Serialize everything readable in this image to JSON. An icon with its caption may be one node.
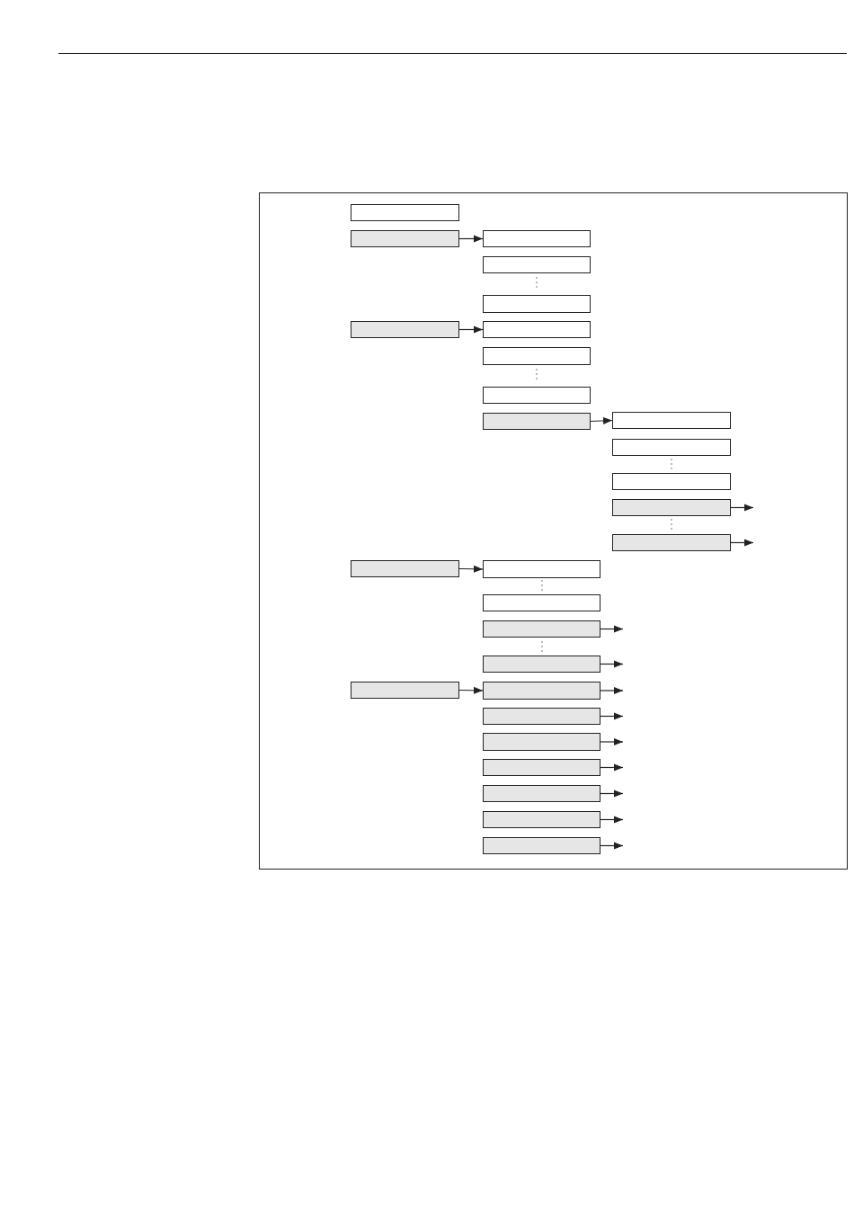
{
  "diagram": {
    "nodes": [
      {
        "text": [],
        "shape": "box"
      },
      {
        "text": [],
        "shape": "box"
      },
      {
        "text": [],
        "shape": "box"
      },
      {
        "text": [],
        "shape": "box"
      },
      {
        "text": [],
        "shape": "box"
      },
      {
        "text": [],
        "shape": "box"
      },
      {
        "text": [],
        "shape": "box"
      },
      {
        "text": [],
        "shape": "box"
      },
      {
        "text": [],
        "shape": "box"
      },
      {
        "text": [],
        "shape": "box"
      },
      {
        "text": [],
        "shape": "box"
      },
      {
        "text": [],
        "shape": "box"
      },
      {
        "text": [],
        "shape": "box"
      },
      {
        "text": [],
        "shape": "box"
      },
      {
        "text": [],
        "shape": "box"
      },
      {
        "text": [],
        "shape": "box"
      },
      {
        "text": [],
        "shape": "box"
      },
      {
        "text": [],
        "shape": "box"
      },
      {
        "text": [],
        "shape": "box"
      },
      {
        "text": [],
        "shape": "box"
      },
      {
        "text": [],
        "shape": "box"
      },
      {
        "text": [],
        "shape": "box"
      },
      {
        "text": [],
        "shape": "box"
      },
      {
        "text": [],
        "shape": "box"
      },
      {
        "text": [],
        "shape": "box"
      },
      {
        "text": [],
        "shape": "box"
      },
      {
        "text": [],
        "shape": "box"
      },
      {
        "text": [],
        "shape": "box"
      }
    ],
    "edges": [
      {
        "from": 1,
        "to": 2,
        "arrow": "to"
      },
      {
        "from": 5,
        "to": 6,
        "arrow": "to"
      },
      {
        "from": 9,
        "to": 10,
        "arrow": "to"
      },
      {
        "from": 13,
        "to": null,
        "arrow": "to"
      },
      {
        "from": 14,
        "to": null,
        "arrow": "to"
      },
      {
        "from": 15,
        "to": 16,
        "arrow": "to"
      },
      {
        "from": 18,
        "to": null,
        "arrow": "to"
      },
      {
        "from": 19,
        "to": null,
        "arrow": "to"
      },
      {
        "from": 20,
        "to": 21,
        "arrow": "to"
      },
      {
        "from": 21,
        "to": null,
        "arrow": "to"
      },
      {
        "from": 22,
        "to": null,
        "arrow": "to"
      },
      {
        "from": 23,
        "to": null,
        "arrow": "to"
      },
      {
        "from": 24,
        "to": null,
        "arrow": "to"
      },
      {
        "from": 25,
        "to": null,
        "arrow": "to"
      },
      {
        "from": 26,
        "to": null,
        "arrow": "to"
      },
      {
        "from": 27,
        "to": null,
        "arrow": "to"
      }
    ]
  }
}
